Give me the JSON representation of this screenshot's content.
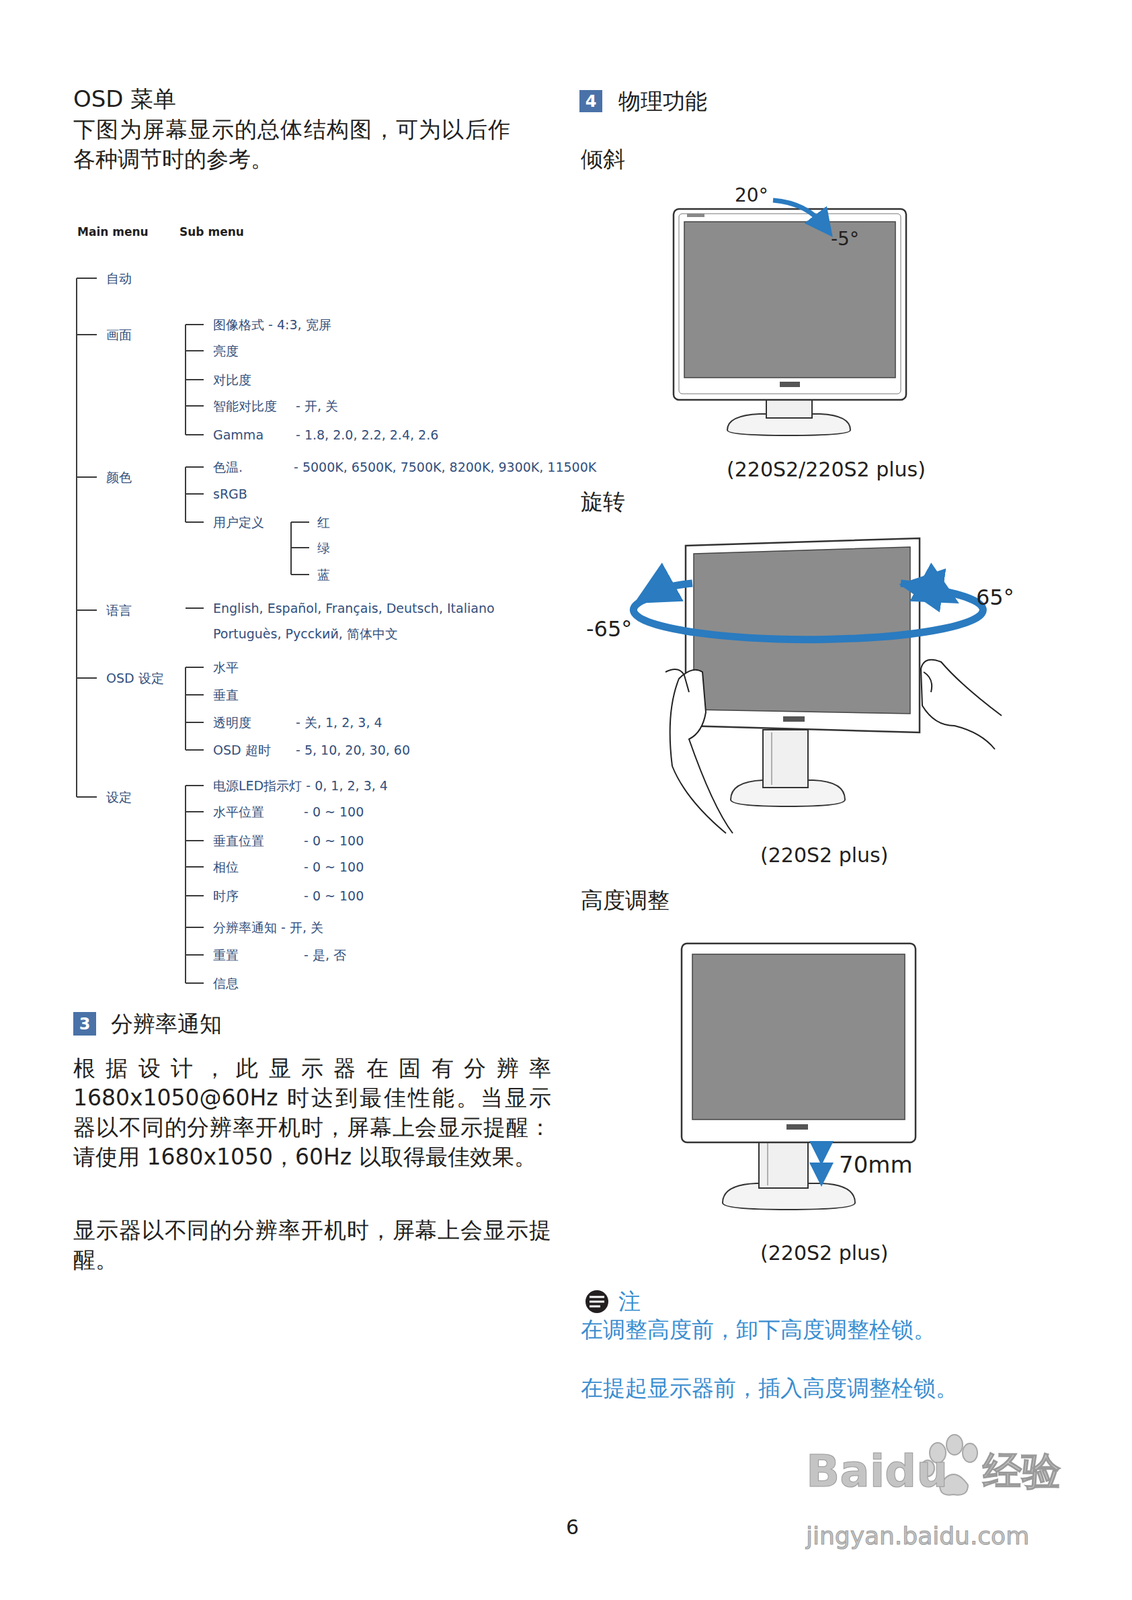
{
  "diagram": {
    "nodes": [
      {
        "text": [
          "3",
          "分辨率通知"
        ]
      },
      {
        "text": [
          "4",
          "物理功能"
        ]
      }
    ],
    "labels": [
      "OSD 菜单",
      "下图为屏幕显示的总体结构图，可为以后作各种调节时的参考。",
      "Main menu",
      "Sub menu",
      "自动",
      "画面",
      "图像格式 - 4:3, 宽屏",
      "亮度",
      "对比度",
      "智能对比度",
      "- 开, 关",
      "Gamma",
      "- 1.8, 2.0, 2.2, 2.4, 2.6",
      "颜色",
      "色温.",
      "- 5000K, 6500K, 7500K, 8200K, 9300K, 11500K",
      "sRGB",
      "用户定义",
      "红",
      "绿",
      "蓝",
      "语言",
      "English, Español, Français, Deutsch, Italiano",
      "Portuguès, Pycckий, 简体中文",
      "OSD 设定",
      "水平",
      "垂直",
      "透明度",
      "- 关, 1, 2, 3, 4",
      "OSD 超时",
      "- 5, 10, 20, 30, 60",
      "设定",
      "电源LED指示灯 - 0, 1, 2, 3, 4",
      "水平位置",
      "- 0 ~ 100",
      "垂直位置",
      "- 0 ~ 100",
      "相位",
      "- 0 ~ 100",
      "时序",
      "- 0 ~ 100",
      "分辨率通知 - 开, 关",
      "重置",
      "- 是, 否",
      "信息",
      "根据设计，此显示器在固有分辨率 1680x1050@60Hz 时达到最佳性能。当显示器以不同的分辨率开机时，屏幕上会显示提醒：请使用 1680x1050，60Hz 以取得最佳效果。",
      "显示器以不同的分辨率开机时，屏幕上会显示提醒。",
      "倾斜",
      "20°",
      "-5°",
      "(220S2/220S2 plus)",
      "旋转",
      "-65°",
      "65°",
      "(220S2 plus)",
      "高度调整",
      "70mm",
      "(220S2 plus)",
      "注",
      "在调整高度前，卸下高度调整栓锁。",
      "在提起显示器前，插入高度调整栓锁。",
      "6",
      "Bai",
      "du",
      "经验",
      "jingyan.baidu.com"
    ]
  }
}
